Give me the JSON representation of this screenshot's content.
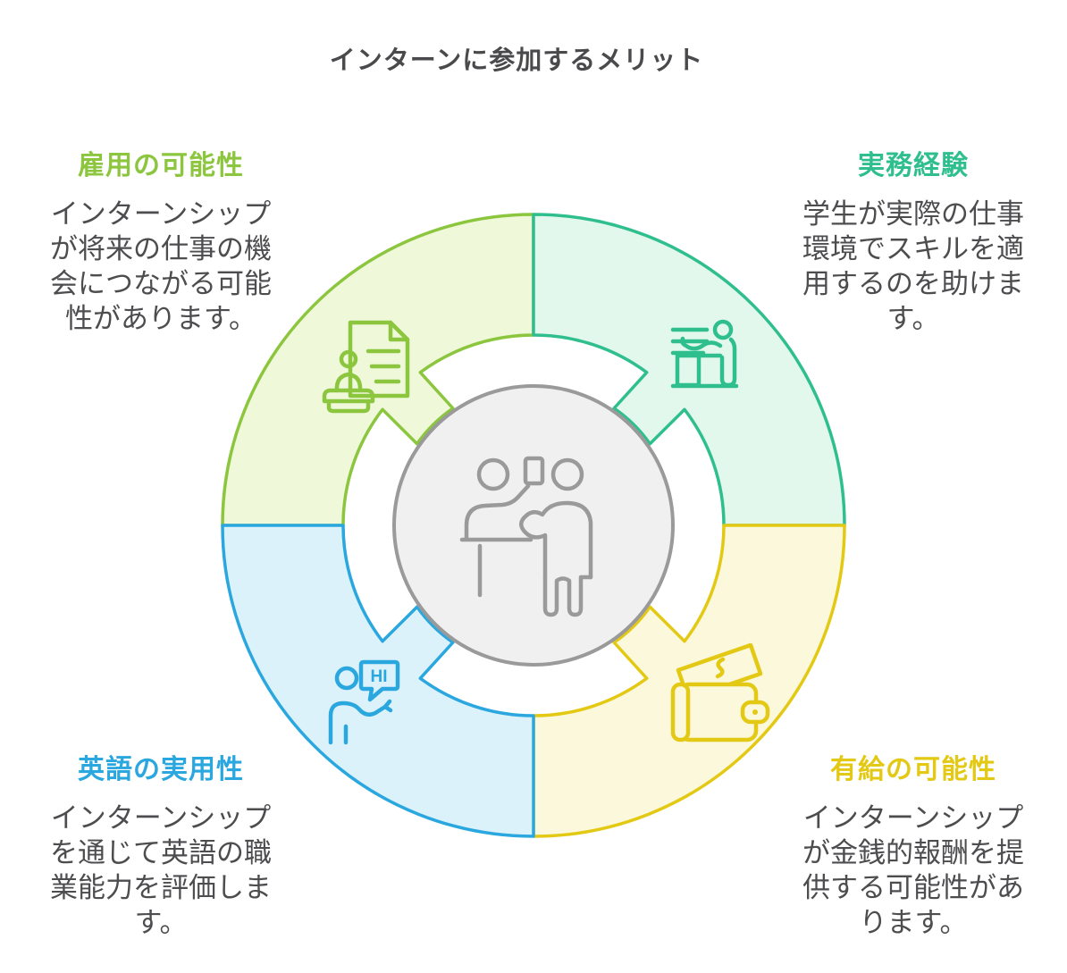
{
  "title": "インターンに参加するメリット",
  "hi_bubble": "HI",
  "center": {
    "icon": "interview-meeting-icon",
    "fill": "#F0F0F0",
    "stroke": "#9A9A9A"
  },
  "sections": [
    {
      "position": "top-left",
      "label": "雇用の可能性",
      "description": "インターンシップが将来の仕事の機会につながる可能性があります。",
      "accent": "#8CC63F",
      "fill": "#F0F8DA",
      "icon": "approved-document-stamp-icon"
    },
    {
      "position": "top-right",
      "label": "実務経験",
      "description": "学生が実際の仕事環境でスキルを適用するのを助けます。",
      "accent": "#2FBF8E",
      "fill": "#E2F8EC",
      "icon": "standing-desk-work-icon"
    },
    {
      "position": "bottom-left",
      "label": "英語の実用性",
      "description": "インターンシップを通じて英語の職業能力を評価します。",
      "accent": "#2AA7DF",
      "fill": "#DCF2FB",
      "icon": "greeting-speech-bubble-icon"
    },
    {
      "position": "bottom-right",
      "label": "有給の可能性",
      "description": "インターンシップが金銭的報酬を提供する可能性があります。",
      "accent": "#E3C914",
      "fill": "#FBF8DB",
      "icon": "wallet-money-icon"
    }
  ],
  "colors": {
    "title_text": "#4A4A4D",
    "body_text": "#4D4D50"
  }
}
